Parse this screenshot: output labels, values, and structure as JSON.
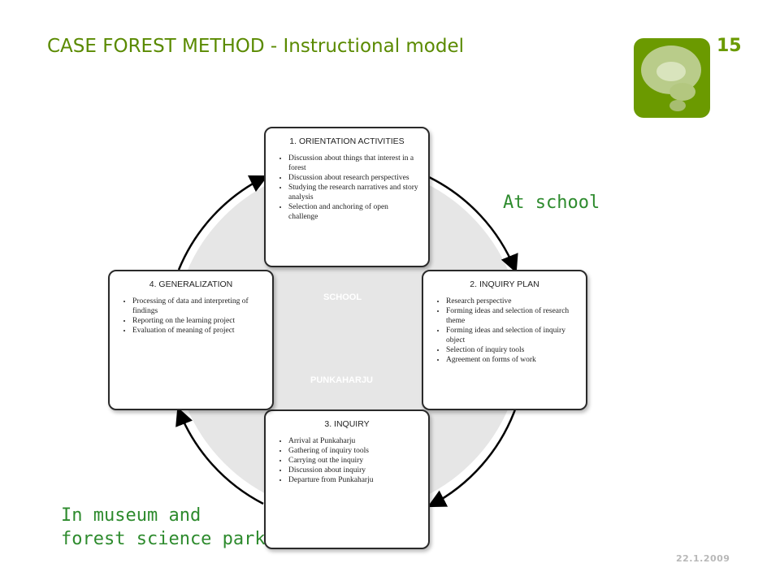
{
  "header": {
    "title": "CASE FOREST METHOD - Instructional model",
    "slide_number": "15"
  },
  "logo": {
    "icon": "speech-bubbles-icon",
    "background": "#6b9a00"
  },
  "footer": {
    "date": "22.1.2009"
  },
  "notes": {
    "at_school": "At school",
    "museum_line1": "In museum and",
    "museum_line2": "forest science park"
  },
  "diagram": {
    "zone_top": "SCHOOL",
    "zone_bottom": "PUNKAHARJU",
    "boxes": [
      {
        "title": "1. ORIENTATION ACTIVITIES",
        "items": [
          "Discussion about things that interest in a forest",
          "Discussion about research perspectives",
          "Studying the research narratives and story analysis",
          "Selection and anchoring of open challenge"
        ]
      },
      {
        "title": "2. INQUIRY PLAN",
        "items": [
          "Research perspective",
          "Forming ideas and selection of research theme",
          "Forming ideas and selection of inquiry object",
          "Selection of inquiry tools",
          "Agreement on forms of work"
        ]
      },
      {
        "title": "3. INQUIRY",
        "items": [
          "Arrival at Punkaharju",
          "Gathering of inquiry tools",
          "Carrying out the inquiry",
          "Discussion about inquiry",
          "Departure from Punkaharju"
        ]
      },
      {
        "title": "4. GENERALIZATION",
        "items": [
          "Processing of data and interpreting of findings",
          "Reporting on the learning project",
          "Evaluation of meaning of project"
        ]
      }
    ]
  }
}
